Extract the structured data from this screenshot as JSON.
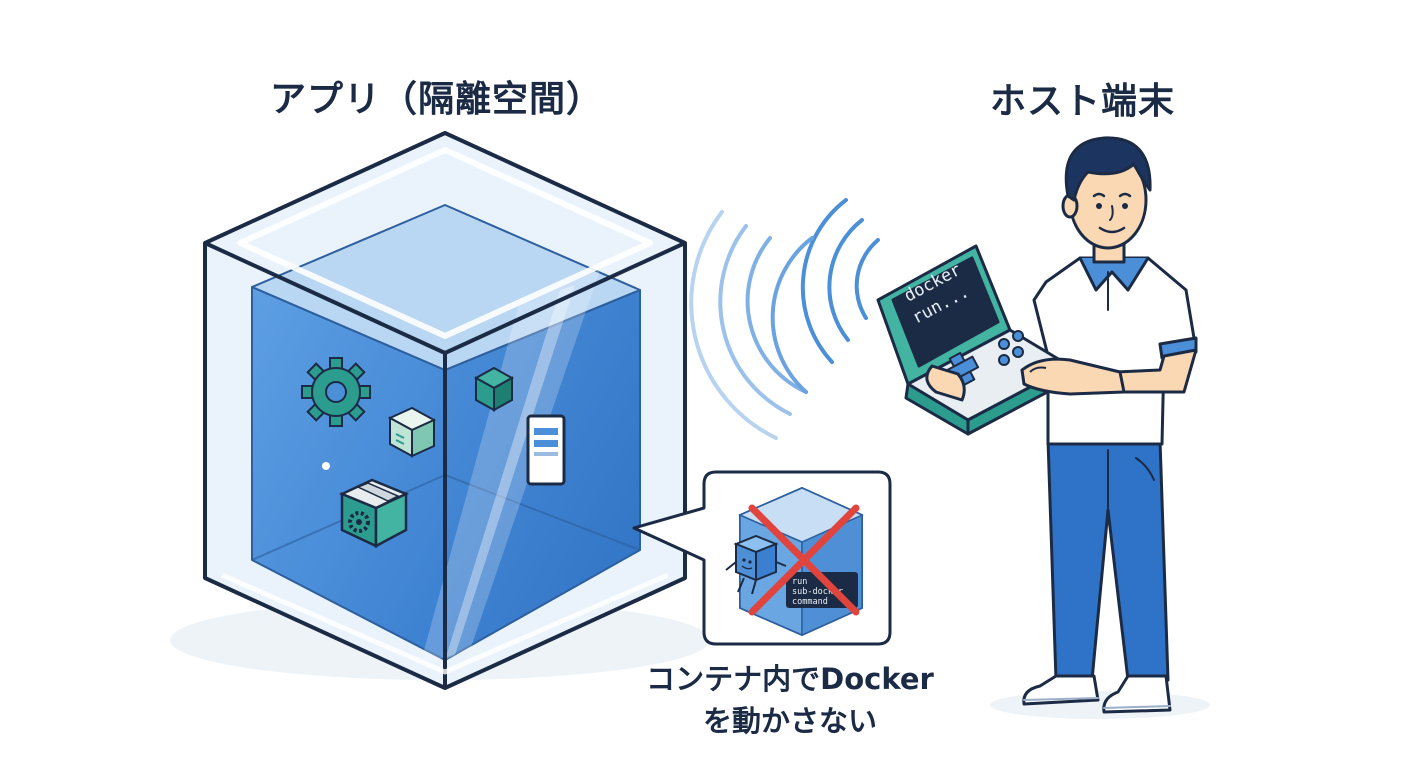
{
  "container": {
    "title": "アプリ（隔離空間）"
  },
  "host": {
    "title": "ホスト端末",
    "screen_lines": [
      "docker",
      "run..."
    ]
  },
  "callout": {
    "terminal_lines": [
      "run",
      "sub-docker",
      "command"
    ],
    "caption_line1": "コンテナ内でDocker",
    "caption_line2": "を動かさない"
  },
  "colors": {
    "outline": "#1c2b45",
    "cube_fill": "#3f86d6",
    "cube_light": "#a9cdf0",
    "teal": "#2c9c8e",
    "wave": "#4a8fd8",
    "cross": "#e0443c",
    "shirt": "#ffffff",
    "pants": "#2f73c8"
  }
}
